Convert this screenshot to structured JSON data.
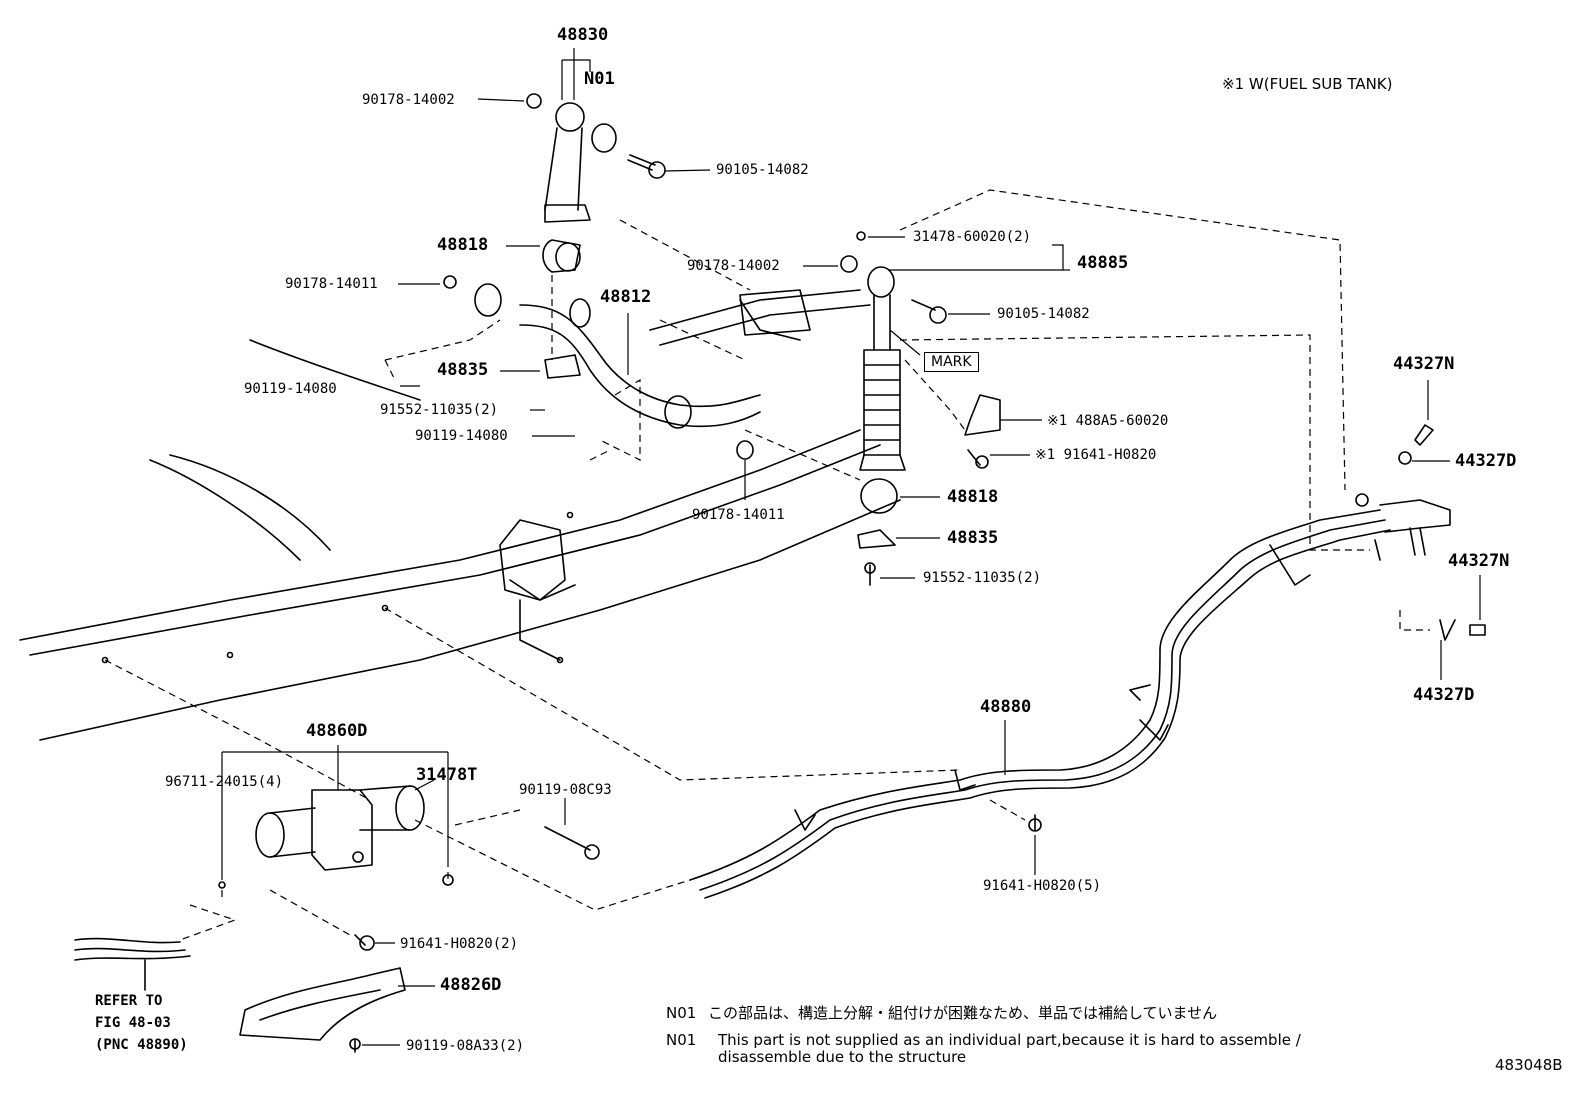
{
  "header_note": "※1 W(FUEL SUB TANK)",
  "figure_id": "483048B",
  "labels": {
    "p48830": "48830",
    "pN01": "N01",
    "p90178_14002_a": "90178-14002",
    "p90105_14082_a": "90105-14082",
    "p48818_a": "48818",
    "p90178_14011_a": "90178-14011",
    "p48812": "48812",
    "p48835_a": "48835",
    "p90119_14080_a": "90119-14080",
    "p91552_11035_a": "91552-11035(2)",
    "p90119_14080_b": "90119-14080",
    "p90178_14011_b": "90178-14011",
    "p90178_14002_b": "90178-14002",
    "p31478_60020": "31478-60020(2)",
    "p48885": "48885",
    "p90105_14082_b": "90105-14082",
    "mark": "MARK",
    "p488A5": "※1 488A5-60020",
    "p91641_H0820_a": "※1 91641-H0820",
    "p48818_b": "48818",
    "p48835_b": "48835",
    "p91552_11035_b": "91552-11035(2)",
    "p44327N_a": "44327N",
    "p44327D_a": "44327D",
    "p44327N_b": "44327N",
    "p44327D_b": "44327D",
    "p48880": "48880",
    "p91641_H0820_5": "91641-H0820(5)",
    "p48860D": "48860D",
    "p96711": "96711-24015(4)",
    "p31478T": "31478T",
    "p90119_08C93": "90119-08C93",
    "p91641_H0820_2": "91641-H0820(2)",
    "p48826D": "48826D",
    "p90119_08A33": "90119-08A33(2)"
  },
  "refer": "REFER TO\nFIG 48-03\n(PNC 48890)",
  "notes": {
    "jp_key": "N01",
    "jp_text": "この部品は、構造上分解・組付けが困難なため、単品では補給していません",
    "en_key": "N01",
    "en_text_1": "This part is not supplied as an individual part,because it is hard to assemble /",
    "en_text_2": "disassemble due to the structure"
  }
}
